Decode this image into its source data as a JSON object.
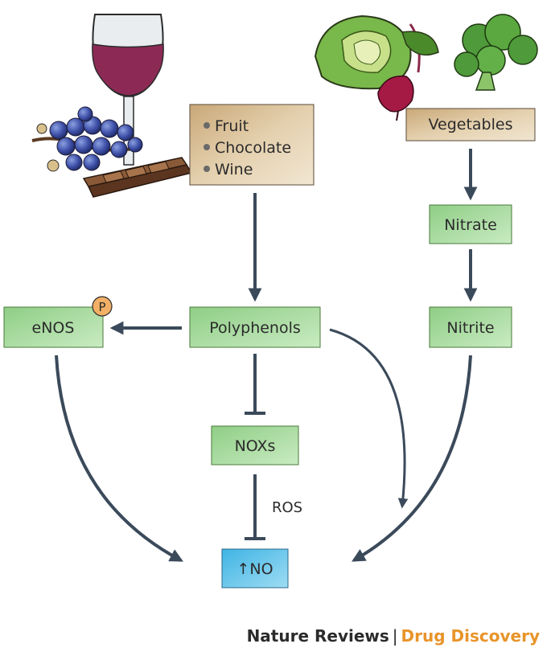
{
  "food_sources": {
    "items": [
      "Fruit",
      "Chocolate",
      "Wine"
    ],
    "vegetables": "Vegetables"
  },
  "nodes": {
    "nitrate": "Nitrate",
    "nitrite": "Nitrite",
    "polyphenols": "Polyphenols",
    "enos": "eNOS",
    "phospho_badge": "P",
    "noxs": "NOXs",
    "no": "↑NO",
    "ros_label": "ROS"
  },
  "credit": {
    "journal": "Nature Reviews",
    "separator": "|",
    "section": "Drug Discovery"
  },
  "colors": {
    "green_box": "#a8d8a0",
    "tan_box": "#d9bf95",
    "blue_box": "#5ec4e8",
    "arrow": "#3b4a5a",
    "badge": "#f2b066",
    "accent": "#e8942a"
  }
}
